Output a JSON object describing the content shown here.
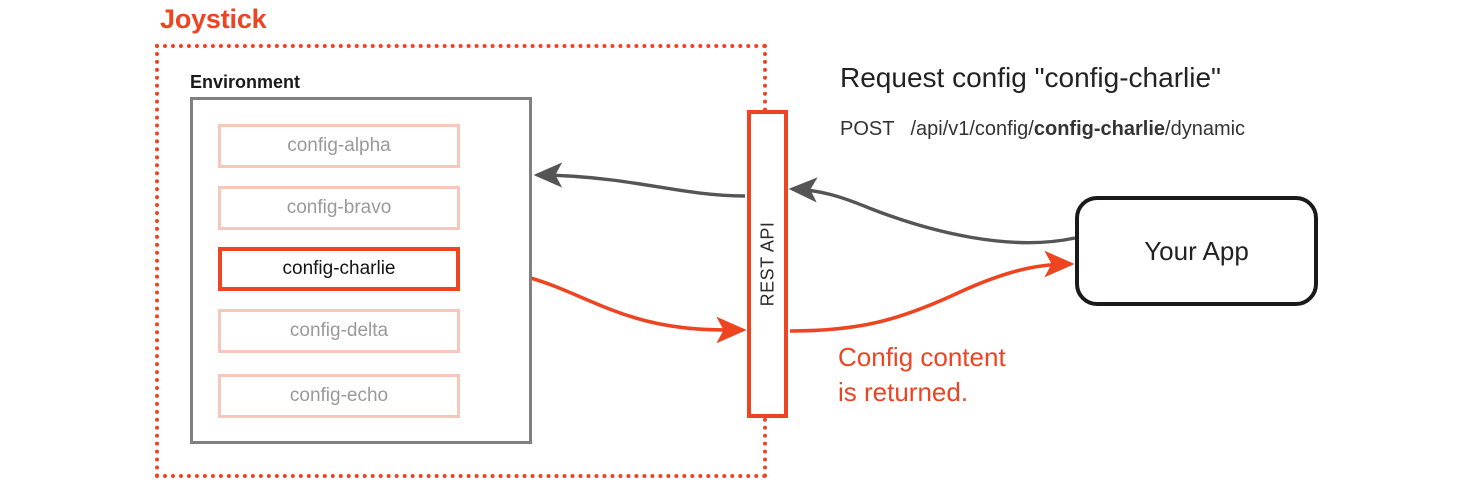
{
  "diagram": {
    "accent_color": "#EE4422",
    "dim_border_color": "#F7C7BB",
    "dim_text_color": "#9A9A9A",
    "neutral_gray": "#808080",
    "dark": "#1A1A1A"
  },
  "joystick": {
    "title": "Joystick"
  },
  "environment": {
    "title": "Environment",
    "configs": [
      {
        "label": "config-alpha",
        "state": "dim"
      },
      {
        "label": "config-bravo",
        "state": "dim"
      },
      {
        "label": "config-charlie",
        "state": "active"
      },
      {
        "label": "config-delta",
        "state": "dim"
      },
      {
        "label": "config-echo",
        "state": "dim"
      }
    ]
  },
  "rest_api": {
    "label": "REST API"
  },
  "app": {
    "label": "Your App"
  },
  "request": {
    "heading": "Request config \"config-charlie\"",
    "method": "POST",
    "path_prefix": "/api/v1/config/",
    "path_emphasis": "config-charlie",
    "path_suffix": "/dynamic"
  },
  "response": {
    "line1": "Config content",
    "line2": "is returned."
  }
}
